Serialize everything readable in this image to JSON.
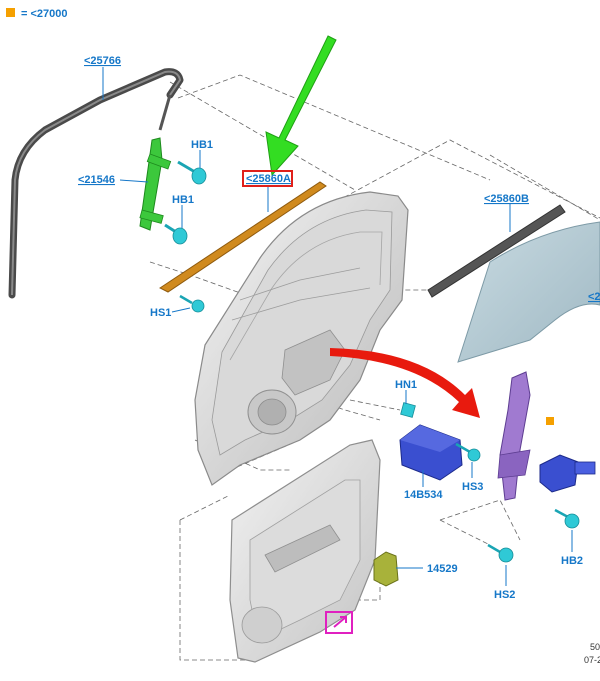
{
  "legend": {
    "marker_color": "#f5a000",
    "text": "= <27000"
  },
  "labels": {
    "p25766": "<25766",
    "p21546": "<21546",
    "hb1_top": "HB1",
    "hb1_bottom": "HB1",
    "p25860a": "<25860A",
    "p25860b": "<25860B",
    "hs1": "HS1",
    "hn1": "HN1",
    "p14b534": "14B534",
    "hs3": "HS3",
    "hb2": "HB2",
    "hs2": "HS2",
    "p14529": "14529",
    "glass_partial": "<2"
  },
  "footer": {
    "line1": "50",
    "line2": "07-2"
  },
  "colors": {
    "label_blue": "#1577c8",
    "highlight_red": "#e0201a",
    "arrow_green": "#33dd22",
    "arrow_red": "#e81a0e",
    "regulator_purple": "#a07ad0",
    "motor_blue": "#3a4fd0",
    "bracket_green": "#3cc83c",
    "seal_orange": "#d08a1e",
    "switch_olive": "#a8b23a",
    "glass_teal": "#b7cdd6",
    "fastener_cyan": "#2fc9d6",
    "callout_magenta": "#e020c0"
  },
  "icons": {
    "legend_marker": "orange-square-icon",
    "reference_marker": "orange-square-icon",
    "callout": "link-arrow-icon"
  }
}
